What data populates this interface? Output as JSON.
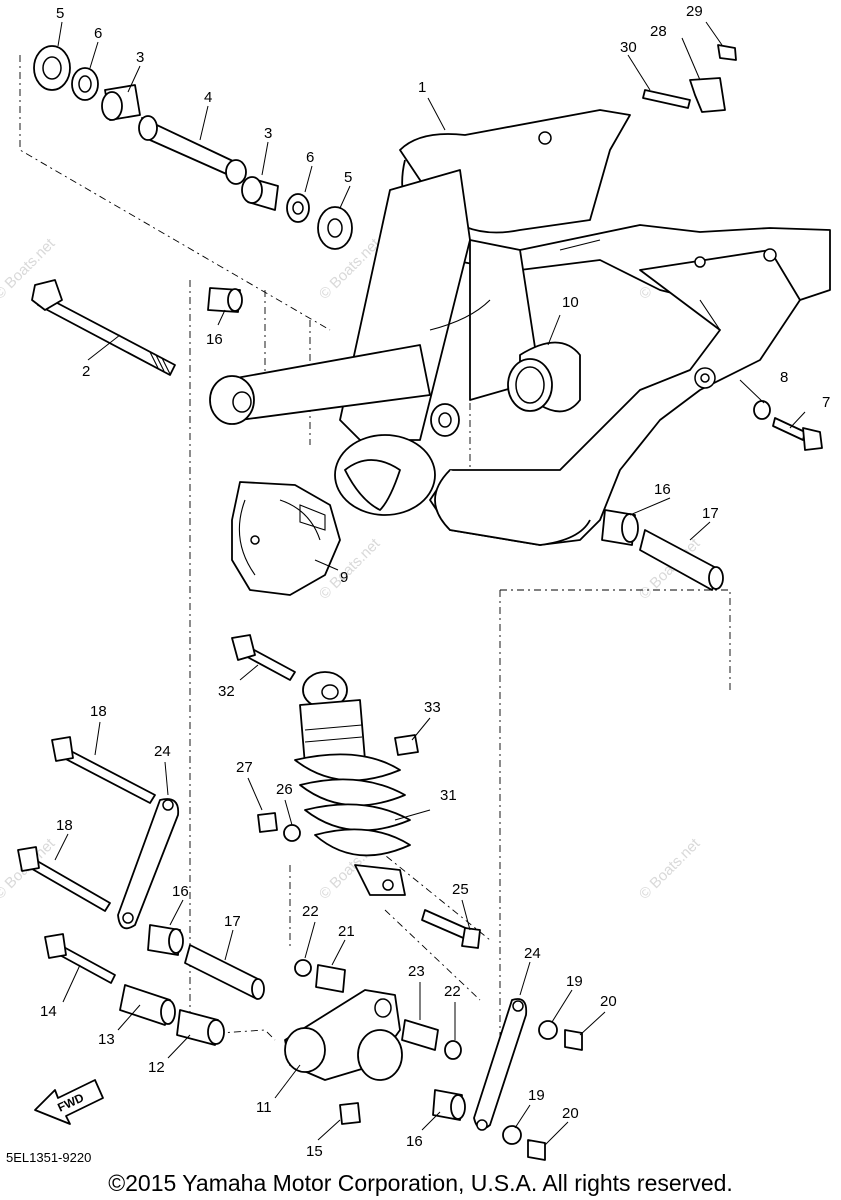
{
  "diagram": {
    "callouts": [
      {
        "label": "1"
      },
      {
        "label": "2"
      },
      {
        "label": "3"
      },
      {
        "label": "3"
      },
      {
        "label": "4"
      },
      {
        "label": "5"
      },
      {
        "label": "5"
      },
      {
        "label": "6"
      },
      {
        "label": "6"
      },
      {
        "label": "7"
      },
      {
        "label": "8"
      },
      {
        "label": "9"
      },
      {
        "label": "10"
      },
      {
        "label": "11"
      },
      {
        "label": "12"
      },
      {
        "label": "13"
      },
      {
        "label": "14"
      },
      {
        "label": "15"
      },
      {
        "label": "16"
      },
      {
        "label": "16"
      },
      {
        "label": "16"
      },
      {
        "label": "16"
      },
      {
        "label": "17"
      },
      {
        "label": "17"
      },
      {
        "label": "18"
      },
      {
        "label": "18"
      },
      {
        "label": "19"
      },
      {
        "label": "19"
      },
      {
        "label": "20"
      },
      {
        "label": "20"
      },
      {
        "label": "21"
      },
      {
        "label": "22"
      },
      {
        "label": "22"
      },
      {
        "label": "23"
      },
      {
        "label": "24"
      },
      {
        "label": "24"
      },
      {
        "label": "25"
      },
      {
        "label": "26"
      },
      {
        "label": "27"
      },
      {
        "label": "28"
      },
      {
        "label": "29"
      },
      {
        "label": "30"
      },
      {
        "label": "31"
      },
      {
        "label": "32"
      },
      {
        "label": "33"
      }
    ],
    "fwd_label": "FWD",
    "diagram_code": "5EL1351-9220",
    "watermark": "© Boats.net"
  },
  "footer": {
    "copyright": "©2015 Yamaha Motor Corporation, U.S.A. All rights reserved."
  }
}
